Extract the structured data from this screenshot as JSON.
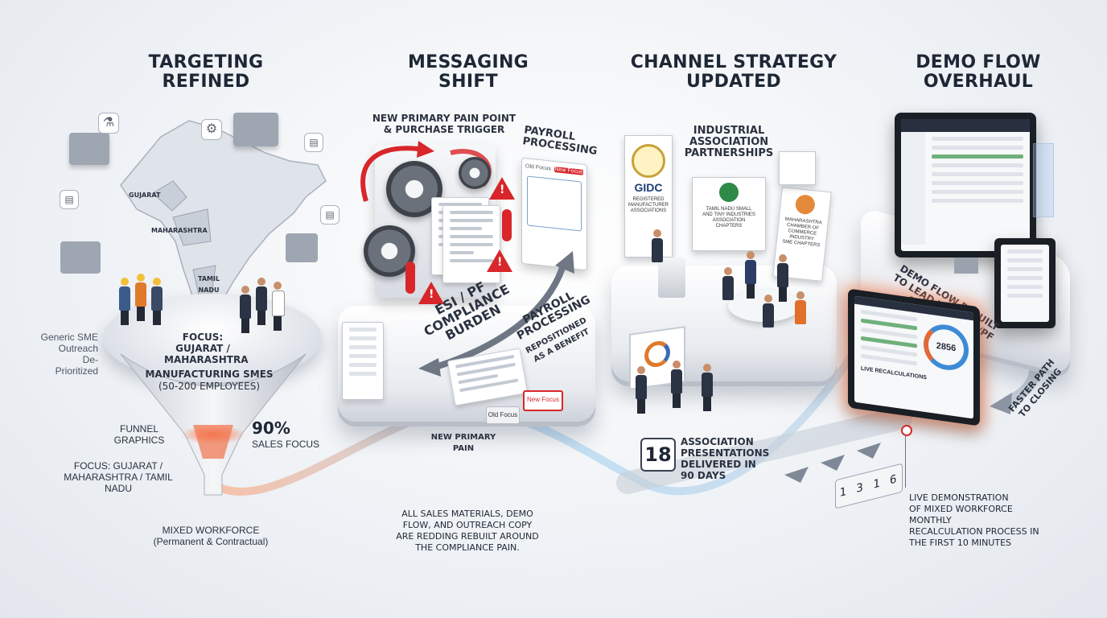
{
  "stages": [
    {
      "title": "TARGETING\nREFINED"
    },
    {
      "title": "MESSAGING\nSHIFT"
    },
    {
      "title": "CHANNEL STRATEGY\nUPDATED"
    },
    {
      "title": "DEMO FLOW\nOVERHAUL"
    }
  ],
  "targeting": {
    "map_gujarat": "GUJARAT",
    "map_maharashtra": "MAHARASHTRA",
    "map_tamil_nadu": "TAMIL\nNADU",
    "deprioritized": "Generic SME\nOutreach\nDe-Prioritized",
    "focus_regions": "FOCUS:\nGUJARAT /\nMAHARASHTRA",
    "segment": "MANUFACTURING SMEs",
    "segment_size": "(50-200 EMPLOYEES)",
    "funnel_graphics": "FUNNEL\nGRAPHICS",
    "sales_focus_pct": "90%",
    "sales_focus_label": "SALES FOCUS",
    "focus_all": "FOCUS: GUJARAT /\nMAHARASHTRA / TAMIL NADU",
    "workforce": "MIXED WORKFORCE",
    "workforce_sub": "(Permanent & Contractual)"
  },
  "messaging": {
    "new_pain": "NEW PRIMARY PAIN POINT\n& PURCHASE TRIGGER",
    "payroll_processing": "PAYROLL\nPROCESSING",
    "old_focus_tab": "Old Focus",
    "new_focus_tab": "New Focus",
    "compliance": "ESI / PF\nCOMPLIANCE\nBURDEN",
    "payroll_repositioned": "PAYROLL\nPROCESSING",
    "repositioned_sub": "REPOSITIONED\nAS A BENEFIT",
    "old_focus_btn": "Old Focus",
    "new_focus_btn": "New Focus",
    "new_primary_pain": "NEW PRIMARY\nPAIN",
    "materials_note": "ALL SALES MATERIALS, DEMO\nFLOW, AND OUTREACH COPY\nARE REDDING REBUILT AROUND\nTHE COMPLIANCE PAIN."
  },
  "channel": {
    "partnerships": "INDUSTRIAL\nASSOCIATION\nPARTNERSHIPS",
    "gidc": "GIDC",
    "gidc_sub": "REGISTERED\nMANUFACTURER\nASSOCIATIONS",
    "tn_banner": "TAMIL NADU SMALL\nAND TINY INDUSTRIES\nASSOCIATION\nCHAPTERS",
    "mh_banner": "MAHARASHTRA\nCHAMBER OF\nCOMMERCE\nINDUSTRY\nSME CHAPTERS",
    "presentations_count": "18",
    "presentations_label": "ASSOCIATION\nPRESENTATIONS\nDELIVERED IN\n90 DAYS",
    "counter": "1 3 1 6"
  },
  "demo": {
    "rebuilt": "DEMO FLOW REBUILT\nTO LEAD WITH ESI/PF\nCOMPLIANCE SCENARIO",
    "faster_path": "FASTER PATH\nTO CLOSING",
    "gauge_value": "2856",
    "live_recalc": "LIVE RECALCULATIONS",
    "live_demo": "LIVE DEMONSTRATION\nOF MIXED WORKFORCE\nMONTHLY\nRECALCULATION PROCESS IN\nTHE FIRST 10 MINUTES"
  },
  "colors": {
    "accent_red": "#d8262a",
    "glow_orange": "#ff8a4c",
    "flow_blue": "#8fc4ea",
    "dark_text": "#1e2735"
  }
}
